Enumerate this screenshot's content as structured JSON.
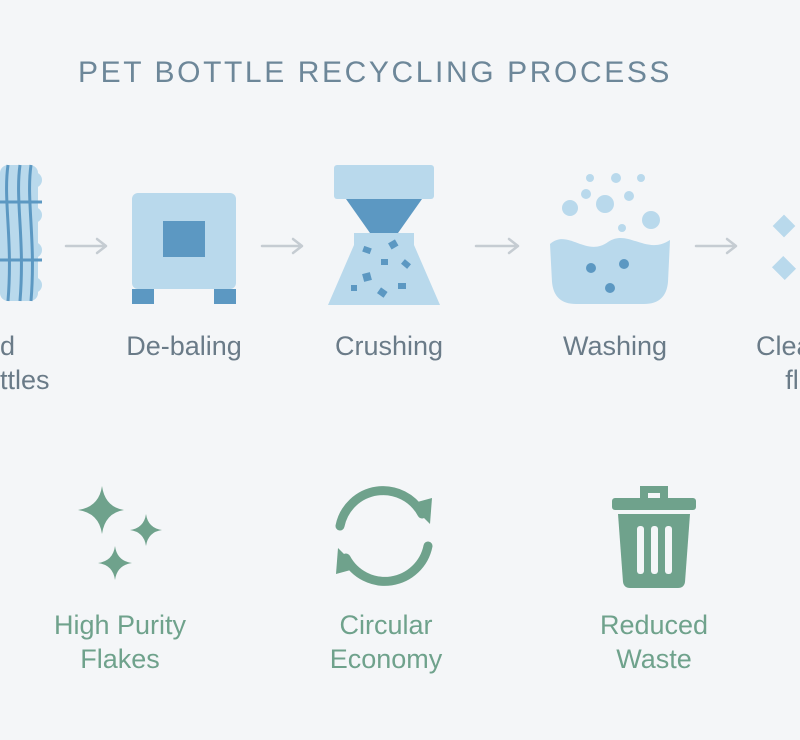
{
  "title": "PET BOTTLE RECYCLING PROCESS",
  "colors": {
    "icon_light": "#b9d9ec",
    "icon_dark": "#5c98c2",
    "arrow": "#c5ccd2",
    "step_text": "#6a7b88",
    "benefit": "#6fa28c",
    "title": "#6d8799"
  },
  "steps": [
    {
      "lines": [
        "d",
        "ttles"
      ],
      "icon": "bale-icon"
    },
    {
      "lines": [
        "De-baling"
      ],
      "icon": "debaling-machine-icon"
    },
    {
      "lines": [
        "Crushing"
      ],
      "icon": "crusher-icon"
    },
    {
      "lines": [
        "Washing"
      ],
      "icon": "washing-basin-icon"
    },
    {
      "lines": [
        "Clea",
        "fl"
      ],
      "icon": "flakes-icon"
    }
  ],
  "benefits": [
    {
      "lines": [
        "High Purity",
        "Flakes"
      ],
      "icon": "sparkles-icon"
    },
    {
      "lines": [
        "Circular",
        "Economy"
      ],
      "icon": "recycle-arrows-icon"
    },
    {
      "lines": [
        "Reduced",
        "Waste"
      ],
      "icon": "trash-bin-icon"
    }
  ]
}
